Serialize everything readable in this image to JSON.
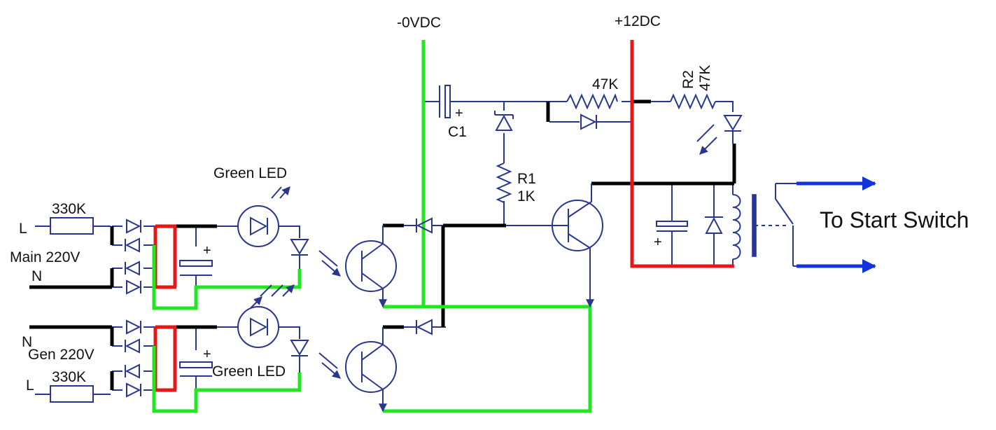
{
  "labels": {
    "neg_rail": "-0VDC",
    "pos_rail": "+12DC",
    "c1": "C1",
    "cap_polarity": "+",
    "r_47k_a": "47K",
    "r2_name": "R2",
    "r2_value": "47K",
    "r1_name": "R1",
    "r1_value": "1K",
    "led_main": "Green LED",
    "led_gen": "Green LED",
    "res_main": "330K",
    "res_gen": "330K",
    "main_l": "L",
    "main_name": "Main 220V",
    "main_n": "N",
    "gen_n": "N",
    "gen_name": "Gen 220V",
    "gen_l": "L",
    "output": "To Start Switch"
  },
  "colors": {
    "component": "#2a3590",
    "wire_black": "#000000",
    "wire_red": "#e81717",
    "wire_green": "#22e622",
    "arrow_blue": "#1133dd"
  }
}
